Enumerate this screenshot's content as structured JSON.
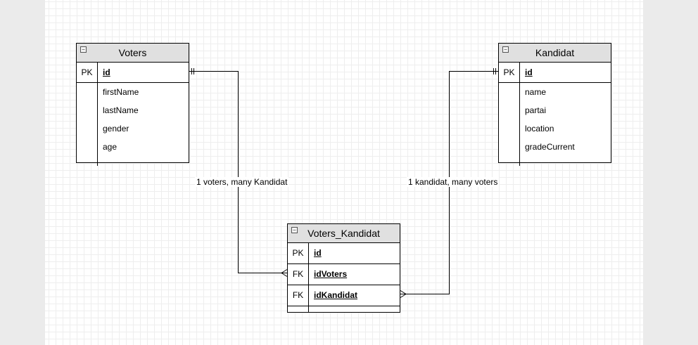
{
  "entities": {
    "voters": {
      "title": "Voters",
      "pk": {
        "key": "PK",
        "name": "id"
      },
      "attributes": [
        "firstName",
        "lastName",
        "gender",
        "age"
      ]
    },
    "kandidat": {
      "title": "Kandidat",
      "pk": {
        "key": "PK",
        "name": "id"
      },
      "attributes": [
        "name",
        "partai",
        "location",
        "gradeCurrent"
      ]
    },
    "voters_kandidat": {
      "title": "Voters_Kandidat",
      "rows": [
        {
          "key": "PK",
          "name": "id"
        },
        {
          "key": "FK",
          "name": "idVoters"
        },
        {
          "key": "FK",
          "name": "idKandidat"
        }
      ]
    }
  },
  "relations": {
    "voters_link": {
      "label": "1 voters, many Kandidat",
      "from": "Voters.id",
      "to": "Voters_Kandidat.idVoters",
      "cardinality": "one-to-many"
    },
    "kandidat_link": {
      "label": "1 kandidat, many voters",
      "from": "Kandidat.id",
      "to": "Voters_Kandidat.idKandidat",
      "cardinality": "one-to-many"
    }
  },
  "icons": {
    "collapse": "collapse-icon"
  },
  "colors": {
    "header": "#e0e0e0",
    "border": "#000000",
    "grid": "#eeeeee",
    "background": "#ffffff"
  }
}
